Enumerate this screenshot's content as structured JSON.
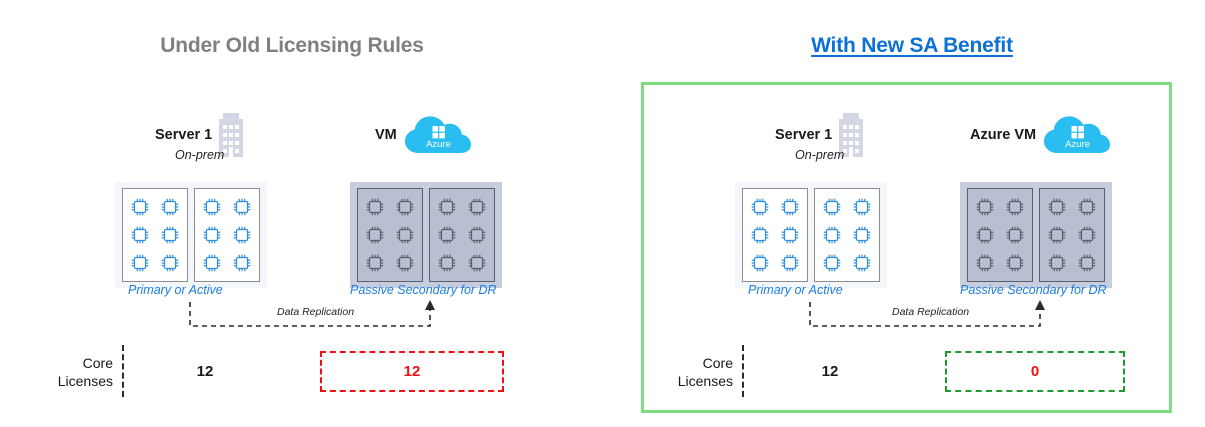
{
  "panels": [
    {
      "id": "old-rules",
      "title": "Under Old Licensing Rules",
      "title_color": "#808080",
      "framed": false,
      "onprem": {
        "name": "Server 1",
        "sub": "On-prem",
        "icon": "building-icon",
        "zone_label": "Primary or Active",
        "cores": 12,
        "cards": 2,
        "chips_per_card": 6
      },
      "cloud": {
        "name": "VM",
        "icon": "azure-cloud-icon",
        "icon_text": "Azure",
        "zone_label": "Passive Secondary for DR",
        "cores": 12,
        "cards": 2,
        "chips_per_card": 6
      },
      "replication_label": "Data Replication",
      "licenses": {
        "label_line1": "Core",
        "label_line2": "Licenses",
        "primary_value": "12",
        "secondary_value": "12",
        "secondary_box_color": "#ee1111",
        "secondary_value_color": "#ee1111"
      }
    },
    {
      "id": "new-sa-benefit",
      "title": "With New SA Benefit",
      "title_color": "#0c71d7",
      "framed": true,
      "frame_color": "#7bdf80",
      "onprem": {
        "name": "Server 1",
        "sub": "On-prem",
        "icon": "building-icon",
        "zone_label": "Primary or Active",
        "cores": 12,
        "cards": 2,
        "chips_per_card": 6
      },
      "cloud": {
        "name": "Azure VM",
        "icon": "azure-cloud-icon",
        "icon_text": "Azure",
        "zone_label": "Passive Secondary for DR",
        "cores": 12,
        "cards": 2,
        "chips_per_card": 6
      },
      "replication_label": "Data Replication",
      "licenses": {
        "label_line1": "Core",
        "label_line2": "Licenses",
        "primary_value": "12",
        "secondary_value": "0",
        "secondary_box_color": "#1d9c2b",
        "secondary_value_color": "#ee1111"
      }
    }
  ]
}
